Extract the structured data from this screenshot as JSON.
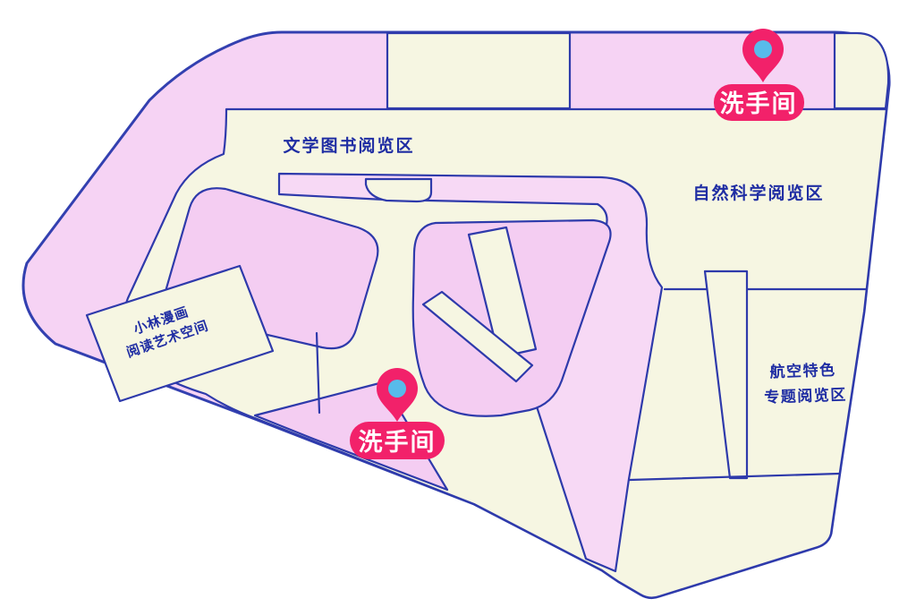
{
  "map": {
    "title": "library-floor-plan",
    "areas": {
      "literature": {
        "label": "文学图书阅览区"
      },
      "natural_science": {
        "label": "自然科学阅览区"
      },
      "comic_space": {
        "line1": "小林漫画",
        "line2": "阅读艺术空间"
      },
      "aviation": {
        "line1": "航空特色",
        "line2": "专题阅览区"
      }
    },
    "pins": [
      {
        "id": "restroom-top",
        "label": "洗手间"
      },
      {
        "id": "restroom-center",
        "label": "洗手间"
      }
    ]
  },
  "colors": {
    "outer_pink": "#f6d3f4",
    "island_pink": "#f4cdf2",
    "strip_pink": "#f7d9f5",
    "cream": "#f6f6e2",
    "line_blue": "#2e3aab",
    "outline_blue": "#3340b0",
    "label_navy": "#1f2da3",
    "pin_magenta": "#f2216a",
    "pin_dot_blue": "#58bbea"
  }
}
